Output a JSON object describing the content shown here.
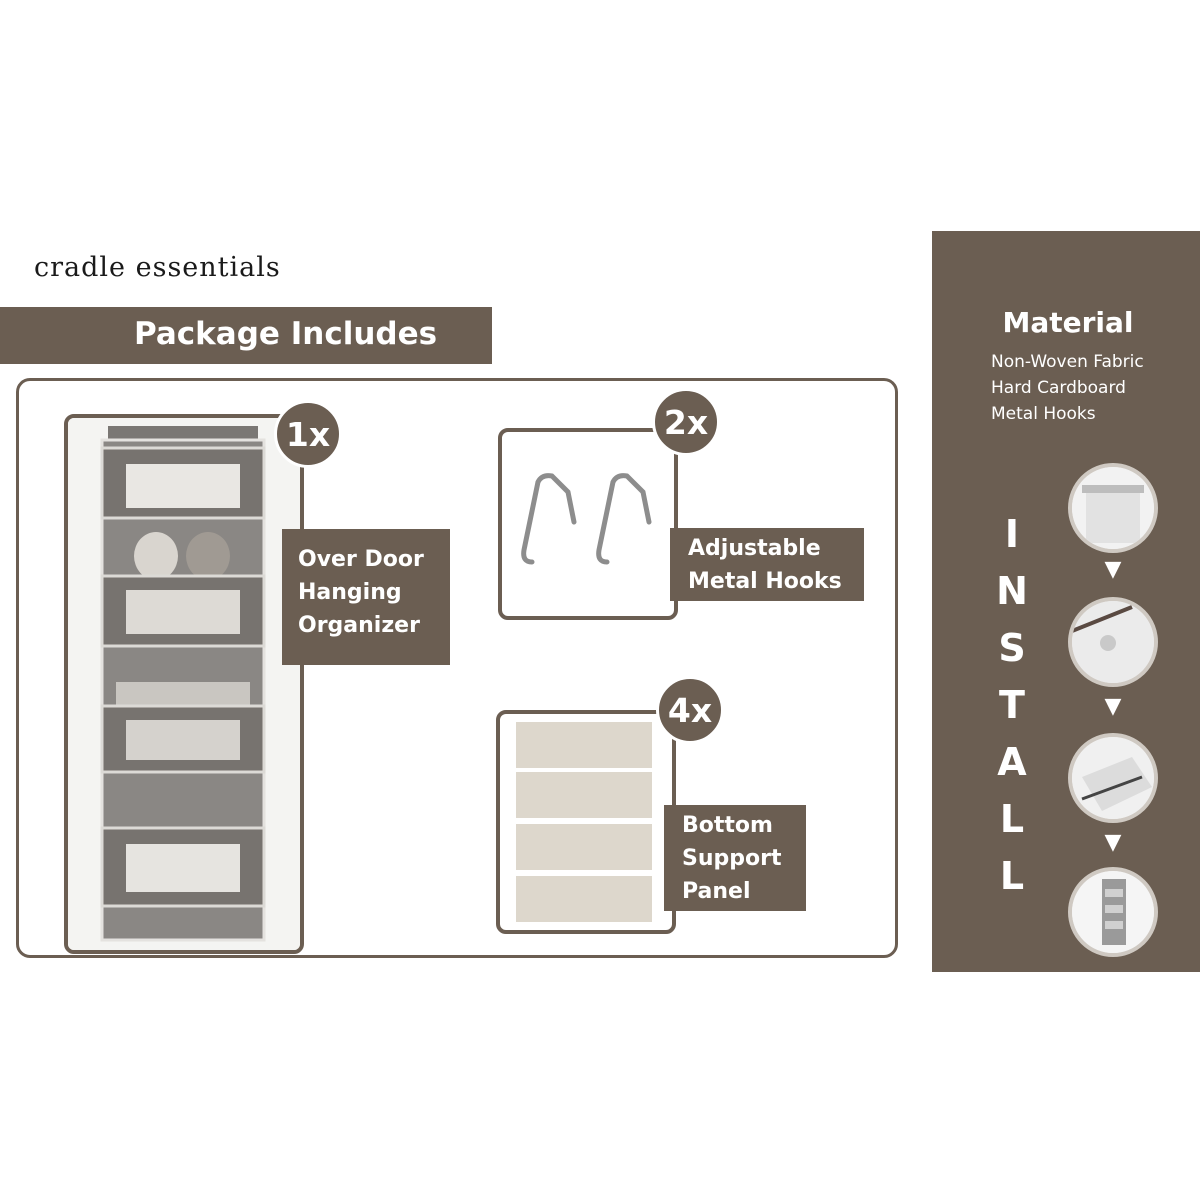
{
  "brand": "cradle  essentials",
  "package": {
    "title": "Package Includes",
    "items": [
      {
        "qty": "1x",
        "label": [
          "Over Door",
          "Hanging",
          "Organizer"
        ]
      },
      {
        "qty": "2x",
        "label": [
          "Adjustable",
          "Metal Hooks"
        ]
      },
      {
        "qty": "4x",
        "label": [
          "Bottom",
          "Support",
          "Panel"
        ]
      }
    ]
  },
  "material": {
    "title": "Material",
    "items": [
      "Non-Woven Fabric",
      "Hard Cardboard",
      "Metal Hooks"
    ]
  },
  "install": {
    "letters": [
      "I",
      "N",
      "S",
      "T",
      "A",
      "L",
      "L"
    ],
    "steps": 4
  },
  "colors": {
    "accent": "#6b5e52",
    "background": "#ffffff"
  },
  "icons": [
    "chevron-down-icon"
  ]
}
